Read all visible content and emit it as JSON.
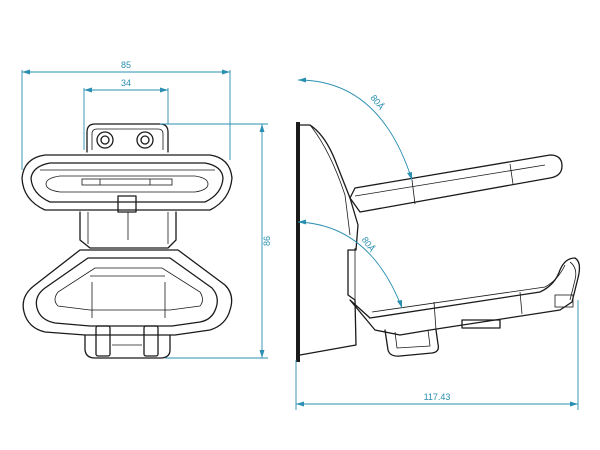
{
  "dimensions": {
    "overall_width": "85",
    "inner_width": "34",
    "overall_height": "86",
    "upper_arm_angle": "80Å",
    "lower_arm_angle": "80Å",
    "side_depth": "117.43"
  },
  "colors": {
    "dimension": "#2a8fb0",
    "outline": "#1a1a1a"
  }
}
